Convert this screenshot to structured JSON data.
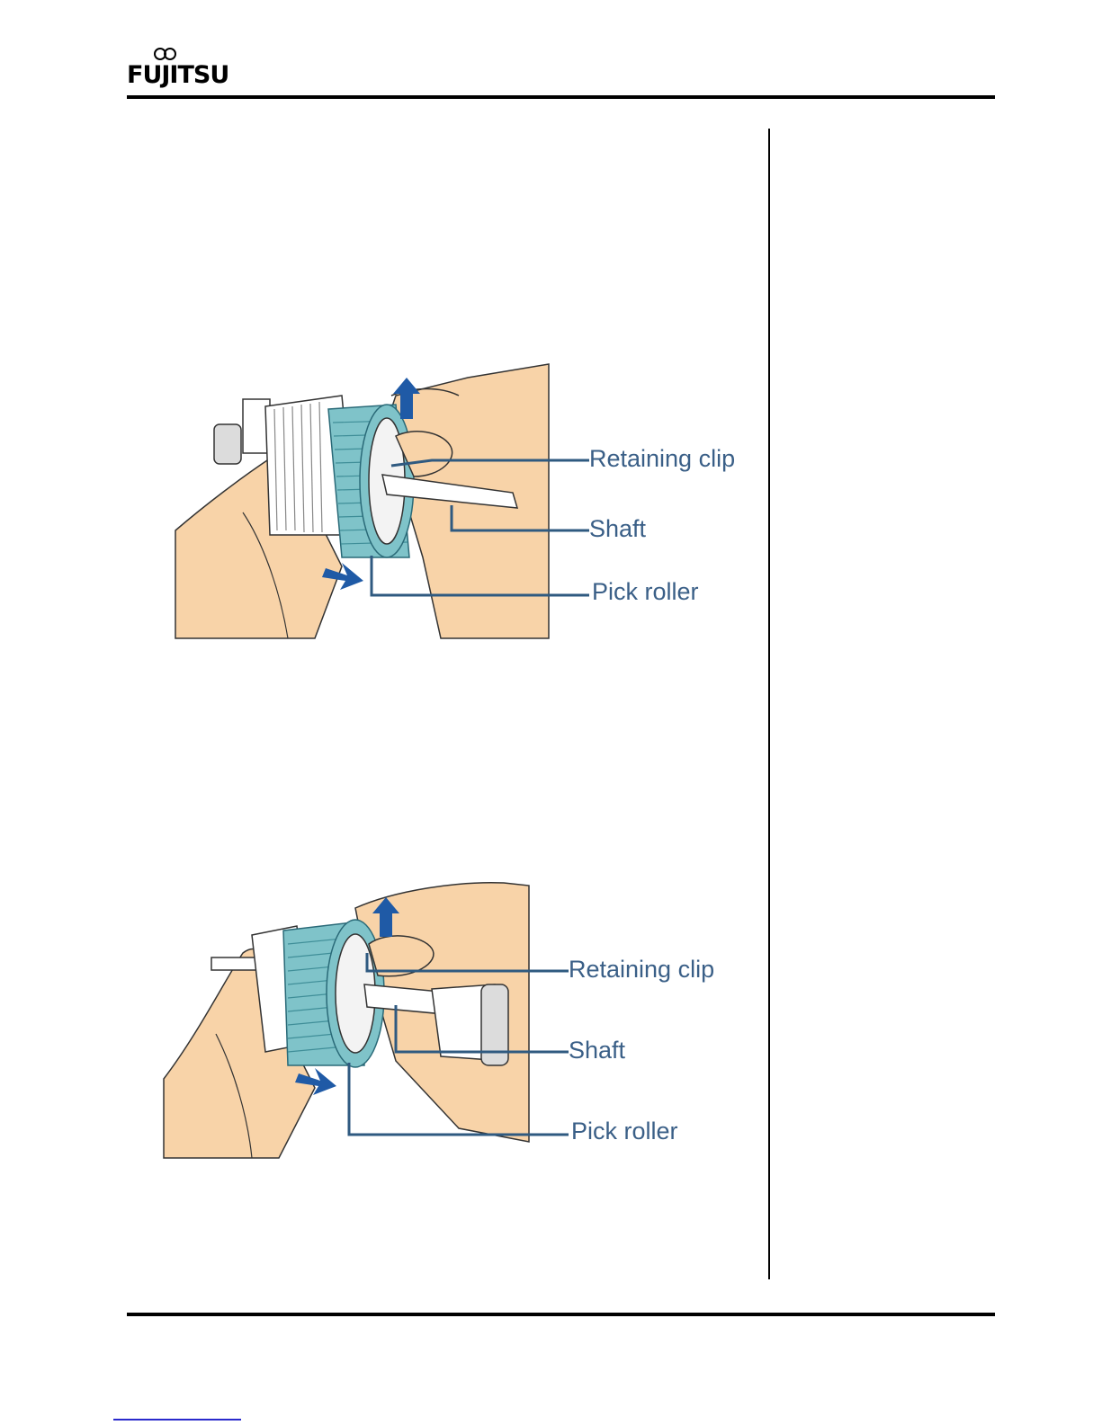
{
  "header": {
    "brand": "FUJITSU",
    "brand_color": "#000000"
  },
  "figures": [
    {
      "labels": {
        "retaining_clip": "Retaining clip",
        "shaft": "Shaft",
        "pick_roller": "Pick roller"
      }
    },
    {
      "labels": {
        "retaining_clip": "Retaining clip",
        "shaft": "Shaft",
        "pick_roller": "Pick roller"
      }
    }
  ],
  "colors": {
    "skin": "#f8d3a8",
    "roller": "#7fc3c9",
    "arrow": "#1f5aa6",
    "leader": "#2f5a80",
    "label": "#3a5f87"
  }
}
